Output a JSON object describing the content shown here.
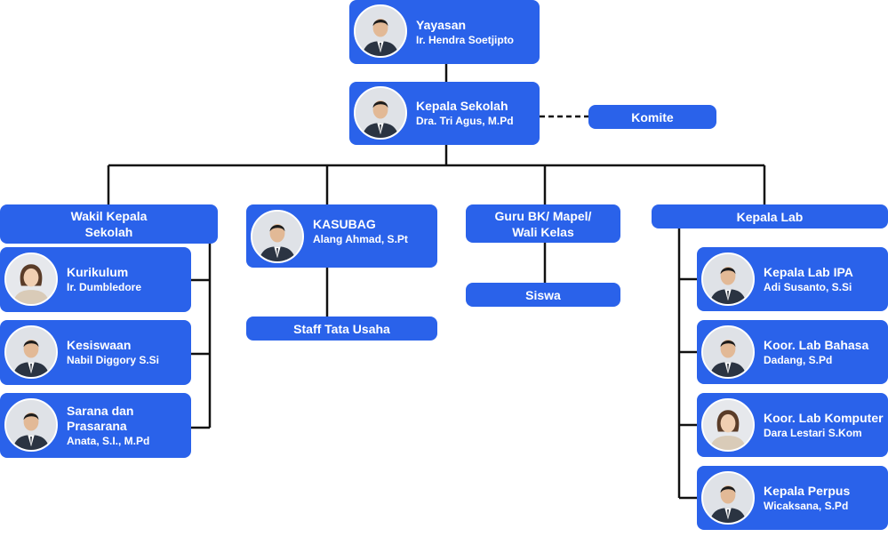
{
  "org": {
    "yayasan": {
      "title": "Yayasan",
      "name": "Ir. Hendra Soetjipto",
      "avatar": "man-suit-avatar"
    },
    "kepala_sekolah": {
      "title": "Kepala Sekolah",
      "name": "Dra. Tri Agus, M.Pd",
      "avatar": "older-man-avatar"
    },
    "komite": {
      "label": "Komite"
    },
    "wakil": {
      "label": "Wakil Kepala\nSekolah",
      "members": [
        {
          "title": "Kurikulum",
          "name": "Ir. Dumbledore",
          "avatar": "woman-avatar"
        },
        {
          "title": "Kesiswaan",
          "name": "Nabil Diggory S.Si",
          "avatar": "man-suit-avatar"
        },
        {
          "title": "Sarana dan\nPrasarana",
          "name": "Anata, S.I., M.Pd",
          "avatar": "man-suit-avatar"
        }
      ]
    },
    "kasubag": {
      "title": "KASUBAG",
      "name": "Alang Ahmad, S.Pt",
      "avatar": "man-suit-avatar"
    },
    "staff_tu": {
      "label": "Staff Tata Usaha"
    },
    "guru": {
      "label": "Guru BK/ Mapel/\nWali Kelas"
    },
    "siswa": {
      "label": "Siswa"
    },
    "kepala_lab": {
      "label": "Kepala Lab",
      "members": [
        {
          "title": "Kepala Lab IPA",
          "name": "Adi Susanto, S.Si",
          "avatar": "man-suit-avatar"
        },
        {
          "title": "Koor. Lab Bahasa",
          "name": "Dadang, S.Pd",
          "avatar": "man-suit-avatar"
        },
        {
          "title": "Koor. Lab Komputer",
          "name": "Dara Lestari S.Kom",
          "avatar": "woman-avatar"
        },
        {
          "title": "Kepala Perpus",
          "name": "Wicaksana, S.Pd",
          "avatar": "man-suit-avatar"
        }
      ]
    }
  },
  "colors": {
    "node": "#2a62ea",
    "line": "#111111",
    "text": "#ffffff"
  }
}
